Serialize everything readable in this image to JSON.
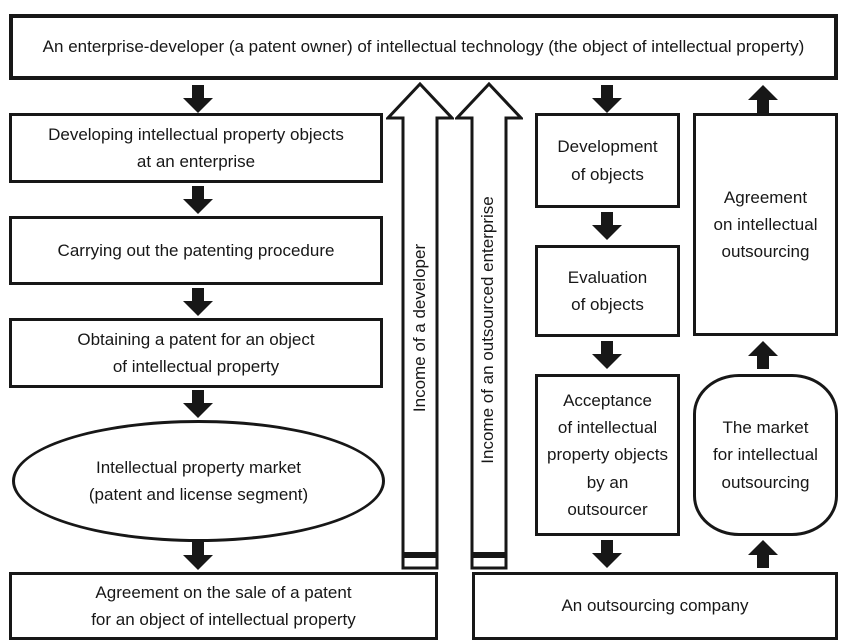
{
  "developer_flow": {
    "enterprise": "An enterprise-developer (a patent owner) of intellectual technology (the object of intellectual property)",
    "developing": "Developing intellectual property objects\nat an enterprise",
    "patenting": "Carrying out the patenting procedure",
    "obtaining": "Obtaining a patent for an object\nof intellectual property",
    "ip_market": "Intellectual property market\n(patent and license segment)",
    "sale_agreement": "Agreement on the sale of a patent\nfor an object of intellectual property"
  },
  "income_arrows": {
    "developer": "Income of a developer",
    "outsourced": "Income of an outsourced enterprise"
  },
  "outsourcing_flow": {
    "development": "Development\nof objects",
    "evaluation": "Evaluation\nof objects",
    "acceptance": "Acceptance\nof intellectual\nproperty objects\nby an outsourcer",
    "agreement": "Agreement\non intellectual\noutsourcing",
    "market": "The market\nfor intellectual\noutsourcing",
    "company": "An outsourcing company"
  },
  "colors": {
    "ink": "#171717",
    "background": "#ffffff"
  }
}
